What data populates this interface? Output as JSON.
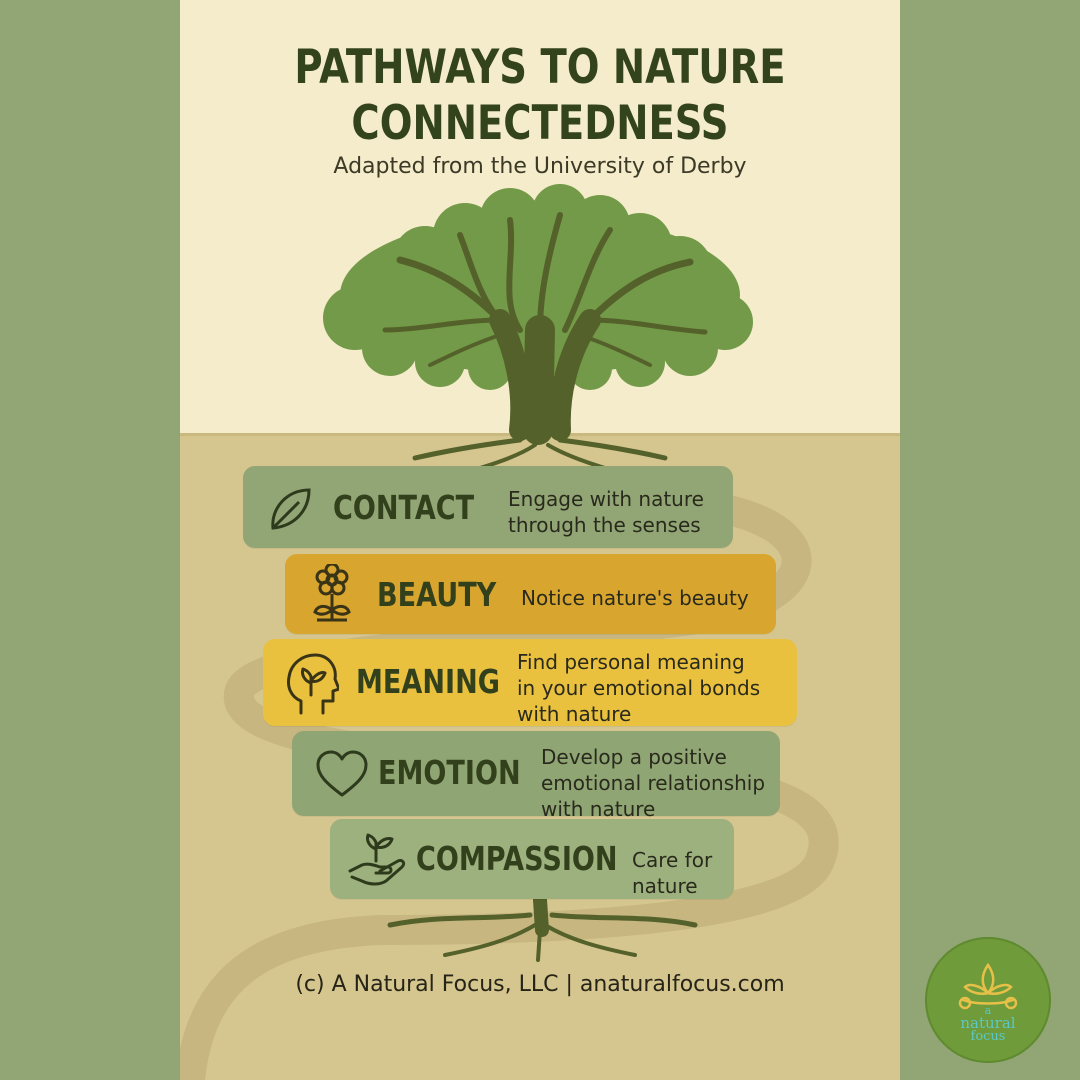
{
  "title_line1": "PATHWAYS TO NATURE",
  "title_line2": "CONNECTEDNESS",
  "subtitle": "Adapted from the University of Derby",
  "pathways": [
    {
      "name": "CONTACT",
      "desc1": "Engage with nature",
      "desc2": "through the senses",
      "desc3": "",
      "icon": "leaf-icon",
      "color": "#91a575"
    },
    {
      "name": "BEAUTY",
      "desc1": "Notice nature's beauty",
      "desc2": "",
      "desc3": "",
      "icon": "flower-icon",
      "color": "#d8a52e"
    },
    {
      "name": "MEANING",
      "desc1": "Find personal meaning",
      "desc2": "in your emotional bonds",
      "desc3": "with nature",
      "icon": "head-sprout-icon",
      "color": "#e9c13f"
    },
    {
      "name": "EMOTION",
      "desc1": "Develop a positive",
      "desc2": "emotional relationship",
      "desc3": "with nature",
      "icon": "heart-icon",
      "color": "#8fa574"
    },
    {
      "name": "COMPASSION",
      "desc1": "Care for",
      "desc2": "nature",
      "desc3": "",
      "icon": "hand-sprout-icon",
      "color": "#9db17e"
    }
  ],
  "footer": "(c) A Natural Focus, LLC | anaturalfocus.com",
  "logo": {
    "line1": "a",
    "line2": "natural",
    "line3": "focus"
  }
}
